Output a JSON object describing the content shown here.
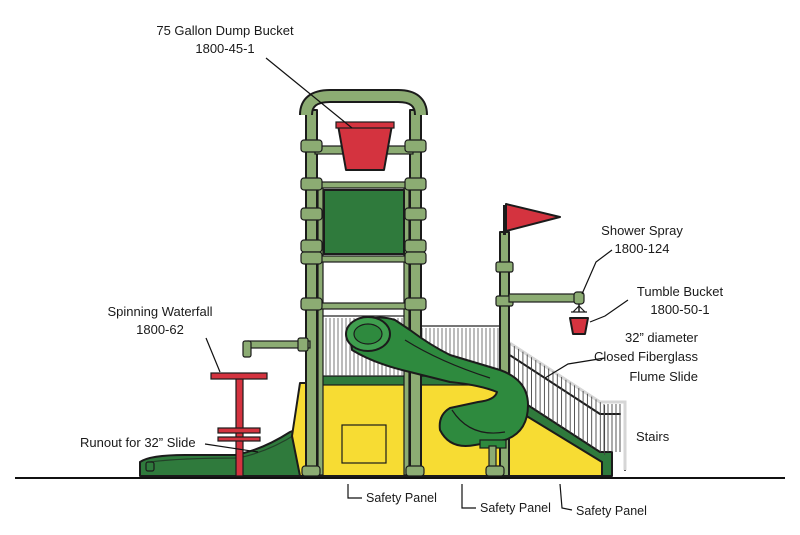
{
  "colors": {
    "frame_green": "#8cac73",
    "panel_green": "#2f7a3c",
    "slide_green": "#2e8a3e",
    "deck_yellow": "#f7dc33",
    "bucket_red": "#d4333f",
    "rail_grey": "#d6d6d6"
  },
  "labels": {
    "dump_bucket_name": "75 Gallon Dump Bucket",
    "dump_bucket_code": "1800-45-1",
    "shower_spray_name": "Shower Spray",
    "shower_spray_code": "1800-124",
    "tumble_bucket_name": "Tumble Bucket",
    "tumble_bucket_code": "1800-50-1",
    "flume_line1": "32” diameter",
    "flume_line2": "Closed Fiberglass",
    "flume_line3": "Flume Slide",
    "waterfall_name": "Spinning Waterfall",
    "waterfall_code": "1800-62",
    "runout": "Runout for 32” Slide",
    "stairs": "Stairs",
    "safety_panel_1": "Safety Panel",
    "safety_panel_2": "Safety Panel",
    "safety_panel_3": "Safety Panel"
  },
  "icons": {
    "flag": "flag-icon"
  }
}
